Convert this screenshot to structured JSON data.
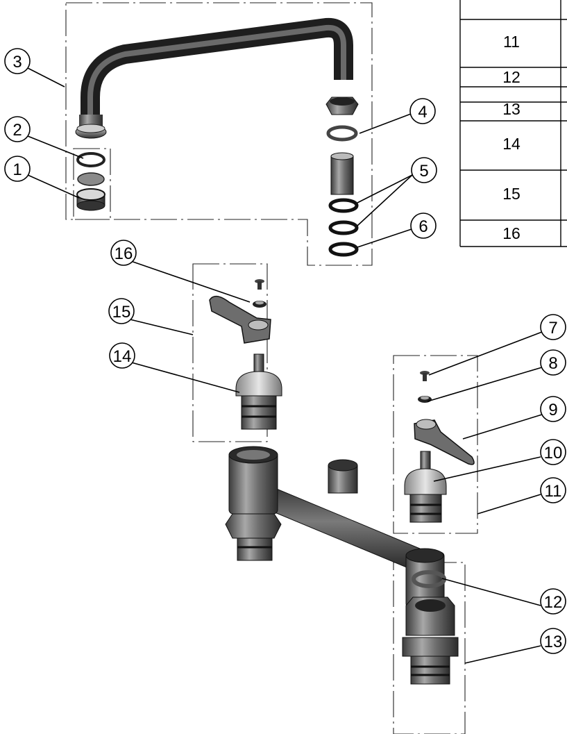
{
  "diagram": {
    "callouts": [
      "1",
      "2",
      "3",
      "4",
      "5",
      "6",
      "7",
      "8",
      "9",
      "10",
      "11",
      "12",
      "13",
      "14",
      "15",
      "16"
    ],
    "parts_table": {
      "item_numbers": [
        "11",
        "12",
        "13",
        "14",
        "15",
        "16"
      ]
    }
  }
}
